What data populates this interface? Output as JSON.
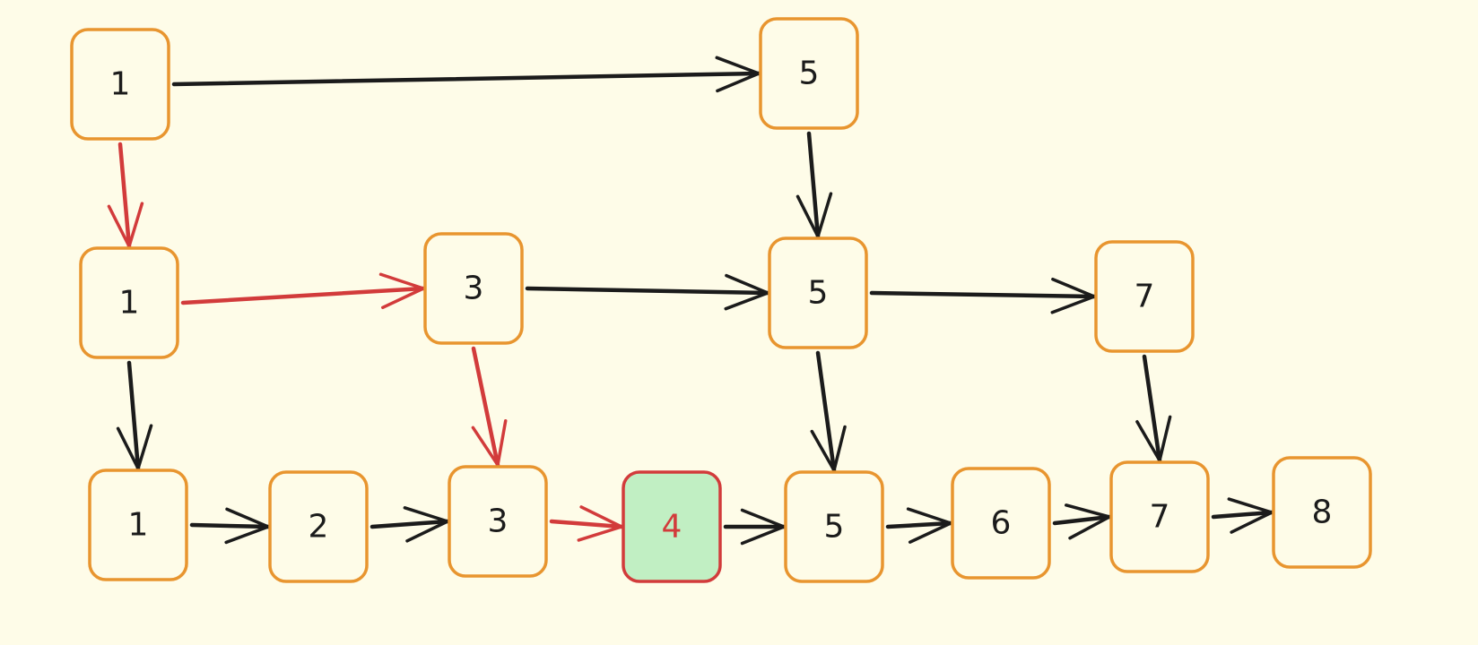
{
  "colors": {
    "background": "#fefce8",
    "node_border": "#e8952f",
    "node_fill": "#fefce8",
    "highlight_fill": "#c1efc3",
    "highlight_border": "#d23b3b",
    "edge_default": "#1b1b1b",
    "edge_search_path": "#d23b3b",
    "text": "#1b1b1b"
  },
  "levels": [
    {
      "name": "level-2",
      "nodes": [
        {
          "id": "l2-1",
          "label": "1"
        },
        {
          "id": "l2-5",
          "label": "5"
        }
      ]
    },
    {
      "name": "level-1",
      "nodes": [
        {
          "id": "l1-1",
          "label": "1"
        },
        {
          "id": "l1-3",
          "label": "3"
        },
        {
          "id": "l1-5",
          "label": "5"
        },
        {
          "id": "l1-7",
          "label": "7"
        }
      ]
    },
    {
      "name": "level-0",
      "nodes": [
        {
          "id": "l0-1",
          "label": "1"
        },
        {
          "id": "l0-2",
          "label": "2"
        },
        {
          "id": "l0-3",
          "label": "3"
        },
        {
          "id": "l0-4",
          "label": "4",
          "highlight": true
        },
        {
          "id": "l0-5",
          "label": "5"
        },
        {
          "id": "l0-6",
          "label": "6"
        },
        {
          "id": "l0-7",
          "label": "7"
        },
        {
          "id": "l0-8",
          "label": "8"
        }
      ]
    }
  ],
  "edges": [
    {
      "from": "l2-1",
      "to": "l2-5",
      "path": false
    },
    {
      "from": "l2-1",
      "to": "l1-1",
      "path": true
    },
    {
      "from": "l2-5",
      "to": "l1-5",
      "path": false
    },
    {
      "from": "l1-1",
      "to": "l1-3",
      "path": true
    },
    {
      "from": "l1-3",
      "to": "l1-5",
      "path": false
    },
    {
      "from": "l1-5",
      "to": "l1-7",
      "path": false
    },
    {
      "from": "l1-1",
      "to": "l0-1",
      "path": false
    },
    {
      "from": "l1-3",
      "to": "l0-3",
      "path": true
    },
    {
      "from": "l1-5",
      "to": "l0-5",
      "path": false
    },
    {
      "from": "l1-7",
      "to": "l0-7",
      "path": false
    },
    {
      "from": "l0-1",
      "to": "l0-2",
      "path": false
    },
    {
      "from": "l0-2",
      "to": "l0-3",
      "path": false
    },
    {
      "from": "l0-3",
      "to": "l0-4",
      "path": true
    },
    {
      "from": "l0-4",
      "to": "l0-5",
      "path": false
    },
    {
      "from": "l0-5",
      "to": "l0-6",
      "path": false
    },
    {
      "from": "l0-6",
      "to": "l0-7",
      "path": false
    },
    {
      "from": "l0-7",
      "to": "l0-8",
      "path": false
    }
  ]
}
